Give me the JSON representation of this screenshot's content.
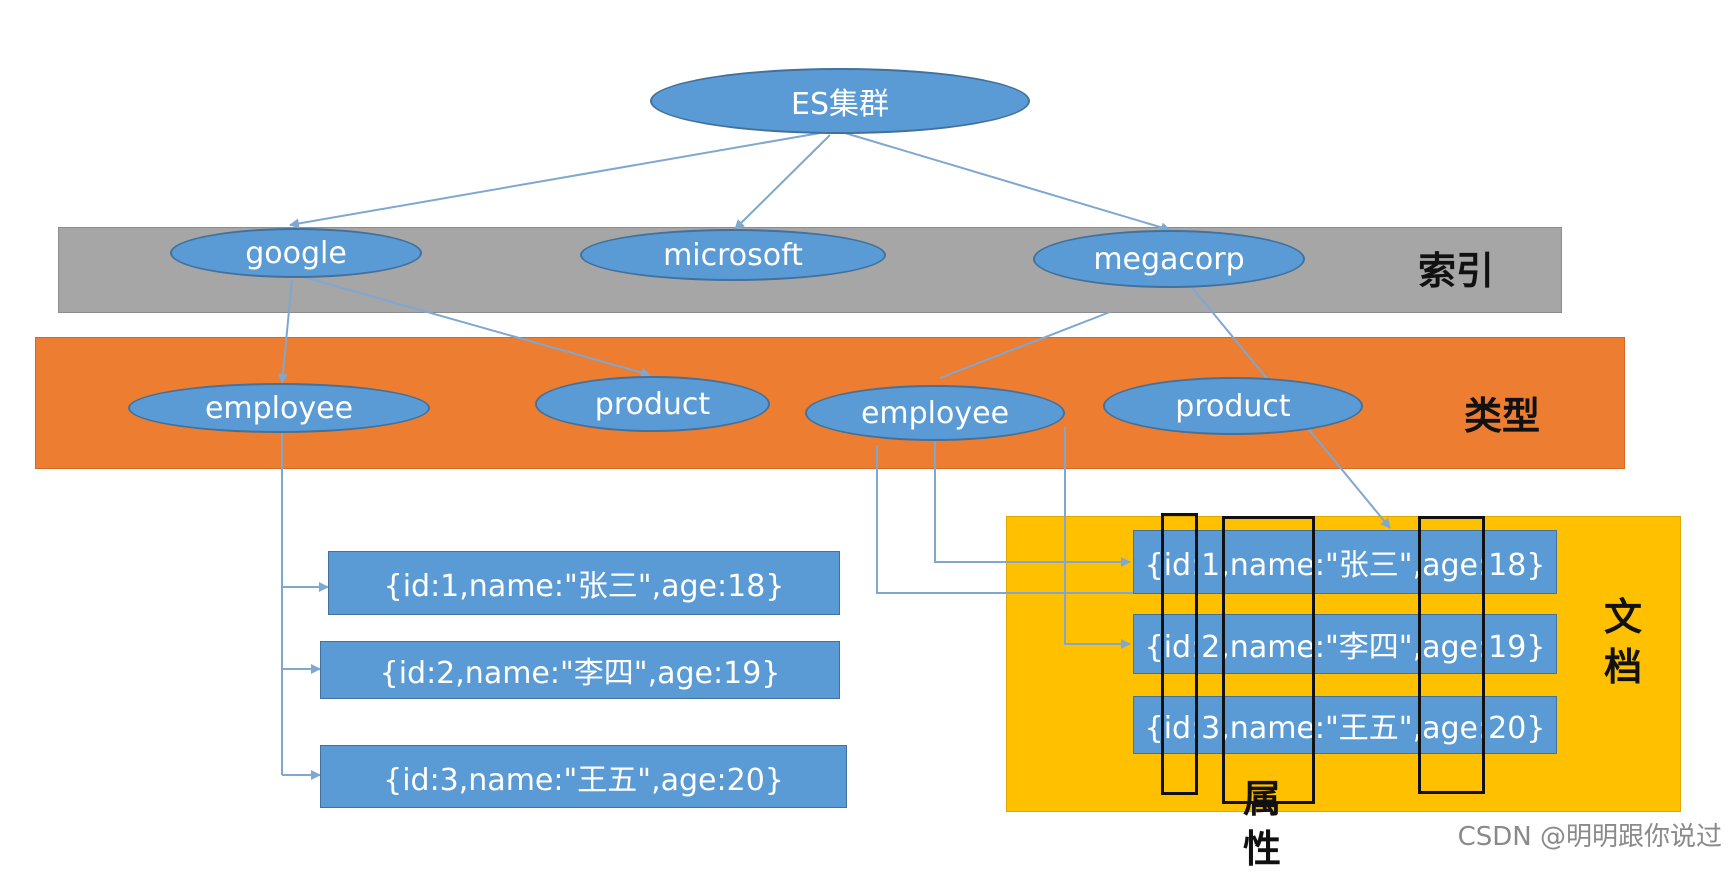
{
  "root": {
    "label": "ES集群"
  },
  "layers": {
    "index": "索引",
    "type": "类型",
    "document": "文档",
    "field": "属性"
  },
  "indices": [
    {
      "label": "google"
    },
    {
      "label": "microsoft"
    },
    {
      "label": "megacorp"
    }
  ],
  "types": [
    {
      "label": "employee"
    },
    {
      "label": "product"
    },
    {
      "label": "employee"
    },
    {
      "label": "product"
    }
  ],
  "docs_left": [
    "{id:1,name:\"张三\",age:18}",
    "{id:2,name:\"李四\",age:19}",
    "{id:3,name:\"王五\",age:20}"
  ],
  "docs_right": [
    "{id:1,name:\"张三\",age:18}",
    "{id:2,name:\"李四\",age:19}",
    "{id:3,name:\"王五\",age:20}"
  ],
  "watermark": "CSDN @明明跟你说过",
  "colors": {
    "node_fill": "#5b9bd5",
    "index_band": "#a6a6a6",
    "type_band": "#ed7d31",
    "doc_band": "#ffc000",
    "connector": "#7fa7d0"
  }
}
